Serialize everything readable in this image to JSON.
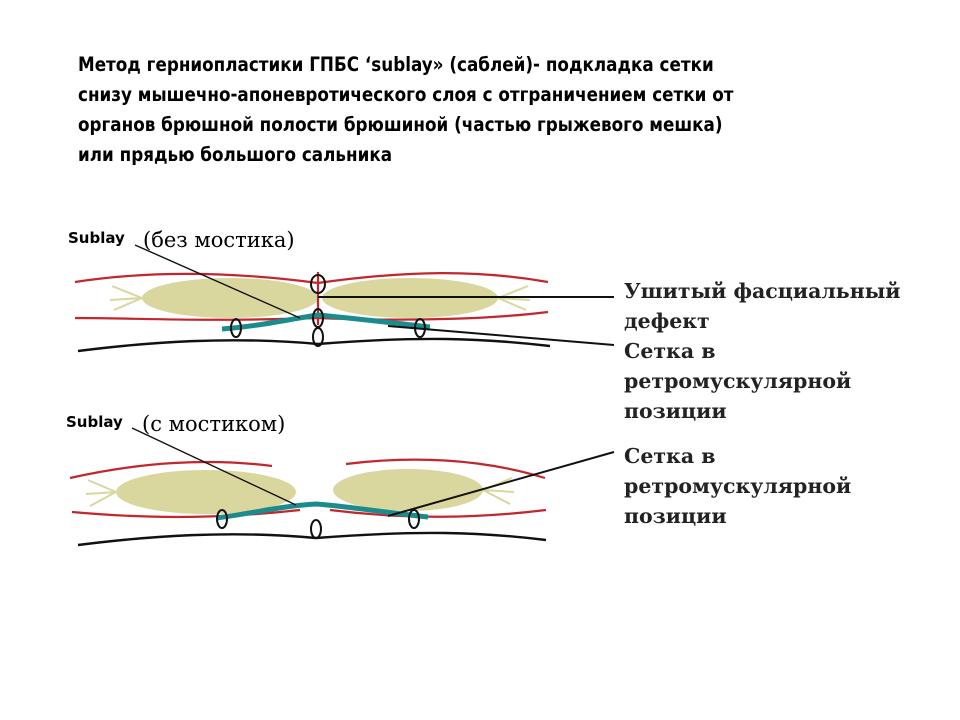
{
  "title_lines": [
    "Метод герниопластики ГПБС ‘sublay» (саблей)- подкладка сетки",
    "снизу мышечно-апоневротического слоя с отграничением сетки от",
    "органов брюшной полости брюшиной (частью грыжевого мешка)",
    "или прядью большого сальника"
  ],
  "diagram_top": {
    "sublay_label": "Sublay",
    "variant_label": "(без мостика)",
    "callout_1": [
      "Ушитый фасциальный",
      "дефект"
    ],
    "callout_2": [
      "Сетка в",
      "ретромускулярной",
      "позиции"
    ]
  },
  "diagram_bottom": {
    "sublay_label": "Sublay",
    "variant_label": "(с мостиком)",
    "callout_1": [
      "Сетка в",
      "ретромускулярной",
      "позиции"
    ]
  },
  "colors": {
    "fascia_red": "#c1272d",
    "peritoneum_black": "#111111",
    "muscle_fill": "#d9d79e",
    "mesh_teal": "#1a8c8c"
  }
}
